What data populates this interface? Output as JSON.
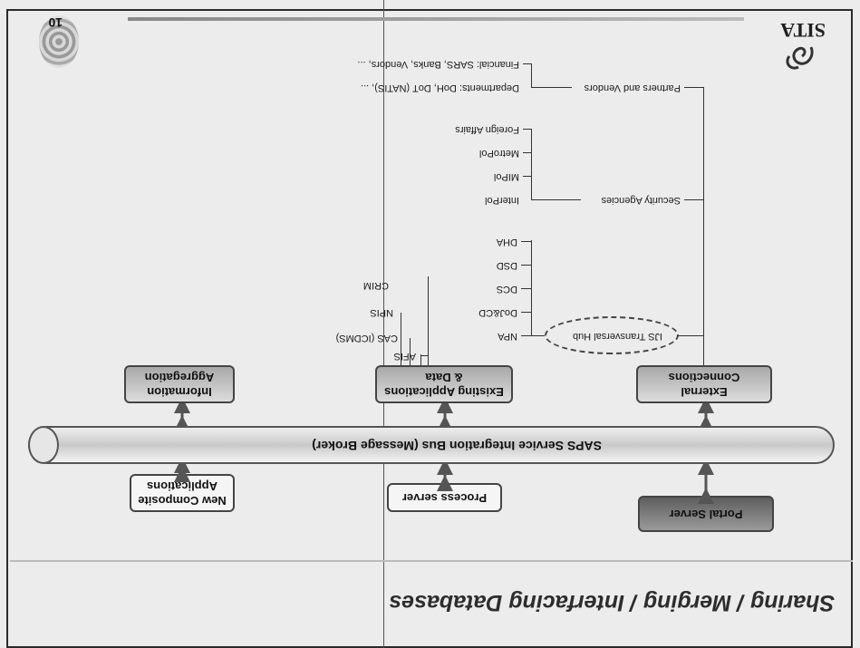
{
  "slide": {
    "title": "Sharing / Merging / Interfacing Databases",
    "page_number": "10",
    "logo_text": "SITA"
  },
  "top_row": {
    "portal_server": "Portal Server",
    "process_server": "Process server",
    "new_composite": "New Composite Applications"
  },
  "bus": {
    "label": "SAPS Service Integration Bus (Message Broker)"
  },
  "bottom_row": {
    "external_connections": "External Connections",
    "existing_apps": "Existing Applications & Data",
    "information_aggregation": "Information Aggregation"
  },
  "existing_apps_items": [
    "AFIS",
    "CAS (ICDMS)",
    "NPIS",
    "CRIM"
  ],
  "external": {
    "hub": "IJS Transversal Hub",
    "hub_items": [
      "NPA",
      "DoJ&CD",
      "DCS",
      "DSD",
      "DHA"
    ],
    "security": "Security Agencies",
    "security_items": [
      "InterPol",
      "MIPol",
      "MetroPol",
      "Foreign Affairs"
    ],
    "partners": "Partners and Vendors",
    "partners_items": [
      "Departments: DoH, DoT (NATIS), ...",
      "Financial: SARS, Banks, Vendors, ..."
    ]
  },
  "colors": {
    "background": "#ececec",
    "box_dark": "#6f6f6f",
    "box_light": "#c8c8c8",
    "line": "#333333"
  }
}
